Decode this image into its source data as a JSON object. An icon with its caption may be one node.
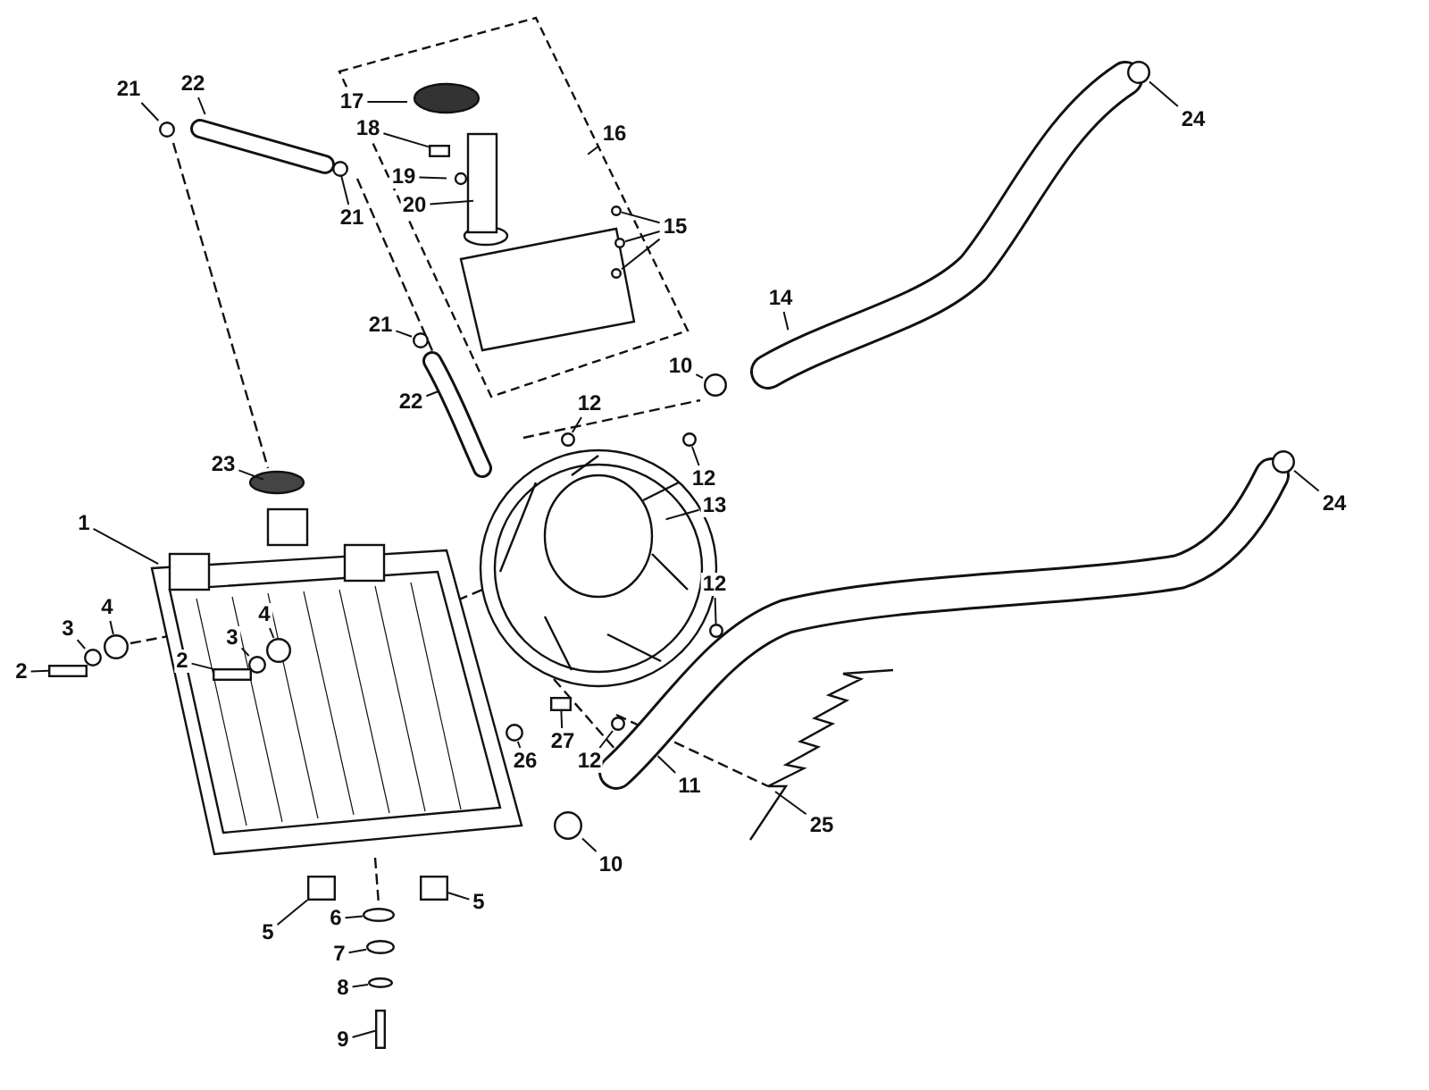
{
  "diagram": {
    "nodes": [
      {
        "text": [
          "22"
        ]
      },
      {
        "text": [
          "21"
        ]
      },
      {
        "text": [
          "17"
        ]
      },
      {
        "text": [
          "16"
        ]
      },
      {
        "text": [
          "18"
        ]
      },
      {
        "text": [
          "19"
        ]
      },
      {
        "text": [
          "20"
        ]
      },
      {
        "text": [
          "21"
        ]
      },
      {
        "text": [
          "15"
        ]
      },
      {
        "text": [
          "24"
        ]
      },
      {
        "text": [
          "14"
        ]
      },
      {
        "text": [
          "21"
        ]
      },
      {
        "text": [
          "10"
        ]
      },
      {
        "text": [
          "22"
        ]
      },
      {
        "text": [
          "12"
        ]
      },
      {
        "text": [
          "12"
        ]
      },
      {
        "text": [
          "23"
        ]
      },
      {
        "text": [
          "13"
        ]
      },
      {
        "text": [
          "24"
        ]
      },
      {
        "text": [
          "1"
        ]
      },
      {
        "text": [
          "12"
        ]
      },
      {
        "text": [
          "4"
        ]
      },
      {
        "text": [
          "4"
        ]
      },
      {
        "text": [
          "3"
        ]
      },
      {
        "text": [
          "3"
        ]
      },
      {
        "text": [
          "2"
        ]
      },
      {
        "text": [
          "2"
        ]
      },
      {
        "text": [
          "27"
        ]
      },
      {
        "text": [
          "26"
        ]
      },
      {
        "text": [
          "12"
        ]
      },
      {
        "text": [
          "11"
        ]
      },
      {
        "text": [
          "25"
        ]
      },
      {
        "text": [
          "10"
        ]
      },
      {
        "text": [
          "5"
        ]
      },
      {
        "text": [
          "6"
        ]
      },
      {
        "text": [
          "5"
        ]
      },
      {
        "text": [
          "7"
        ]
      },
      {
        "text": [
          "8"
        ]
      },
      {
        "text": [
          "9"
        ]
      },
      {
        "text": [],
        "shape": "circle"
      },
      {
        "text": [],
        "shape": "circle"
      },
      {
        "text": [],
        "shape": "circle"
      },
      {
        "text": [],
        "shape": "circle"
      },
      {
        "text": [],
        "shape": "circle"
      },
      {
        "text": [],
        "shape": "circle"
      },
      {
        "text": [],
        "shape": "circle"
      },
      {
        "text": [],
        "shape": "circle"
      },
      {
        "text": [],
        "shape": "circle"
      },
      {
        "text": [],
        "shape": "circle"
      },
      {
        "text": [],
        "shape": "circle"
      },
      {
        "text": [],
        "shape": "circle"
      },
      {
        "text": [],
        "shape": "circle"
      },
      {
        "text": [],
        "shape": "circle"
      },
      {
        "text": [],
        "shape": "circle"
      },
      {
        "text": [],
        "shape": "circle"
      },
      {
        "text": [],
        "shape": "box"
      },
      {
        "text": [],
        "shape": "box"
      },
      {
        "text": [],
        "shape": "box"
      },
      {
        "text": [],
        "shape": "circle"
      },
      {
        "text": [],
        "shape": "circle"
      },
      {
        "text": [],
        "shape": "circle"
      },
      {
        "text": [],
        "shape": "box"
      },
      {
        "text": [],
        "shape": "ellipse"
      },
      {
        "text": [],
        "shape": "box"
      },
      {
        "text": [],
        "shape": "ellipse"
      },
      {
        "text": [],
        "shape": "ellipse"
      },
      {
        "text": [],
        "shape": "box"
      },
      {
        "text": [],
        "shape": "box"
      }
    ],
    "edges": [
      {
        "from": 0,
        "to": null,
        "arrow": "none"
      },
      {
        "from": 1,
        "to": 39,
        "arrow": "none"
      },
      {
        "from": 2,
        "to": null,
        "arrow": "none"
      },
      {
        "from": 3,
        "to": null,
        "arrow": "none"
      },
      {
        "from": 4,
        "to": 67,
        "arrow": "none"
      },
      {
        "from": 5,
        "to": null,
        "arrow": "none"
      },
      {
        "from": 6,
        "to": null,
        "arrow": "none"
      },
      {
        "from": 7,
        "to": 40,
        "arrow": "none"
      },
      {
        "from": 8,
        "to": 41,
        "arrow": "none"
      },
      {
        "from": 8,
        "to": 42,
        "arrow": "none"
      },
      {
        "from": 8,
        "to": 43,
        "arrow": "none"
      },
      {
        "from": 9,
        "to": 44,
        "arrow": "none"
      },
      {
        "from": 10,
        "to": null,
        "arrow": "none"
      },
      {
        "from": 11,
        "to": 45,
        "arrow": "none"
      },
      {
        "from": 12,
        "to": 46,
        "arrow": "none"
      },
      {
        "from": 13,
        "to": null,
        "arrow": "none"
      },
      {
        "from": 14,
        "to": 47,
        "arrow": "none"
      },
      {
        "from": 15,
        "to": 48,
        "arrow": "none"
      },
      {
        "from": 16,
        "to": null,
        "arrow": "none"
      },
      {
        "from": 17,
        "to": null,
        "arrow": "none"
      },
      {
        "from": 18,
        "to": 49,
        "arrow": "none"
      },
      {
        "from": 19,
        "to": null,
        "arrow": "none"
      },
      {
        "from": 20,
        "to": 50,
        "arrow": "none"
      },
      {
        "from": 21,
        "to": 51,
        "arrow": "none"
      },
      {
        "from": 22,
        "to": 52,
        "arrow": "none"
      },
      {
        "from": 23,
        "to": 53,
        "arrow": "none"
      },
      {
        "from": 24,
        "to": 54,
        "arrow": "none"
      },
      {
        "from": 25,
        "to": 55,
        "arrow": "none"
      },
      {
        "from": 26,
        "to": 56,
        "arrow": "none"
      },
      {
        "from": 27,
        "to": 57,
        "arrow": "none"
      },
      {
        "from": 28,
        "to": 58,
        "arrow": "none"
      },
      {
        "from": 29,
        "to": 59,
        "arrow": "none"
      },
      {
        "from": 30,
        "to": null,
        "arrow": "none"
      },
      {
        "from": 31,
        "to": null,
        "arrow": "none"
      },
      {
        "from": 32,
        "to": 60,
        "arrow": "none"
      },
      {
        "from": 33,
        "to": 61,
        "arrow": "none"
      },
      {
        "from": 34,
        "to": 62,
        "arrow": "none"
      },
      {
        "from": 35,
        "to": 63,
        "arrow": "none"
      },
      {
        "from": 36,
        "to": 64,
        "arrow": "none"
      },
      {
        "from": 37,
        "to": 65,
        "arrow": "none"
      },
      {
        "from": 38,
        "to": 66,
        "arrow": "none"
      }
    ]
  }
}
